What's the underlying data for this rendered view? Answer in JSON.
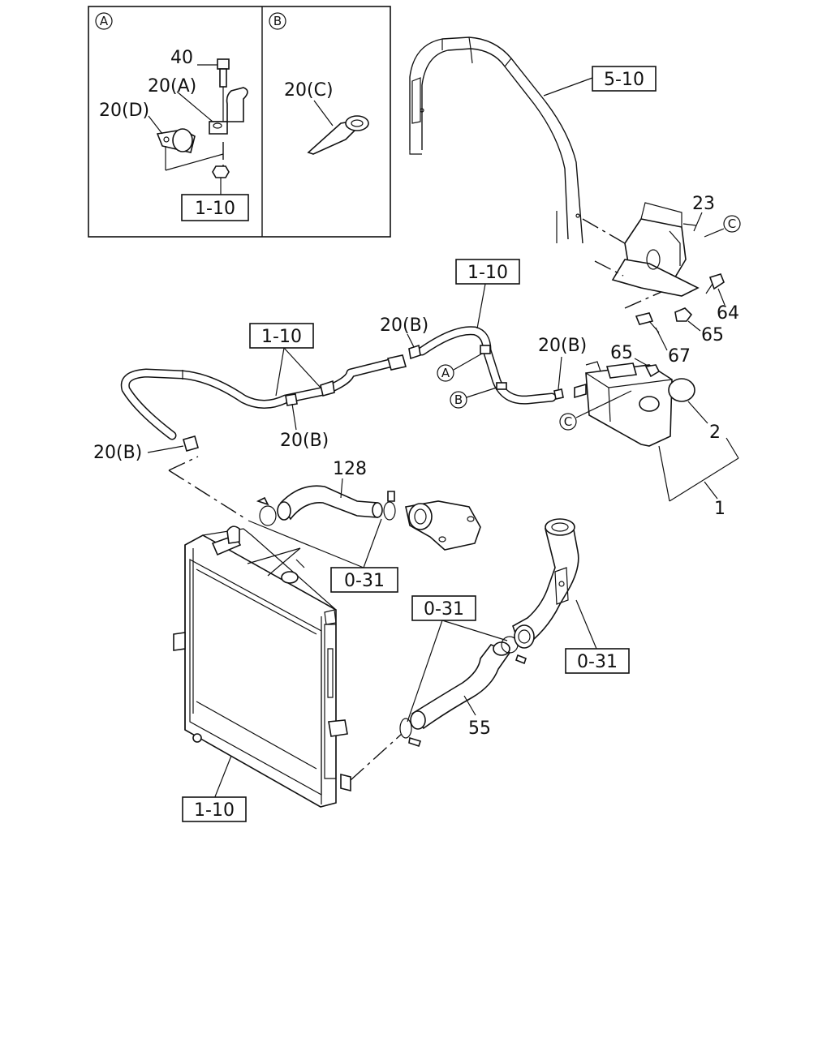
{
  "inset": {
    "a_marker": "A",
    "b_marker": "B",
    "a_labels": [
      "40",
      "20(A)",
      "20(D)"
    ],
    "a_ref": "1-10",
    "b_label": "20(C)"
  },
  "refs": {
    "shroud": "5-10",
    "left_pipe": "1-10",
    "mid_pipe": "1-10",
    "hose_top": "0-31",
    "hose_lower": "0-31",
    "hose_right": "0-31",
    "radiator": "1-10"
  },
  "labels": {
    "p23": "23",
    "p64": "64",
    "p65a": "65",
    "p65b": "65",
    "p67": "67",
    "p2": "2",
    "p1": "1",
    "p128": "128",
    "p55": "55",
    "clip_left": "20(B)",
    "clip_mid_low": "20(B)",
    "clip_mid_top": "20(B)",
    "clip_right": "20(B)"
  },
  "markers": {
    "c_top": "C",
    "a_pipe": "A",
    "b_pipe": "B",
    "c_tank": "C"
  }
}
